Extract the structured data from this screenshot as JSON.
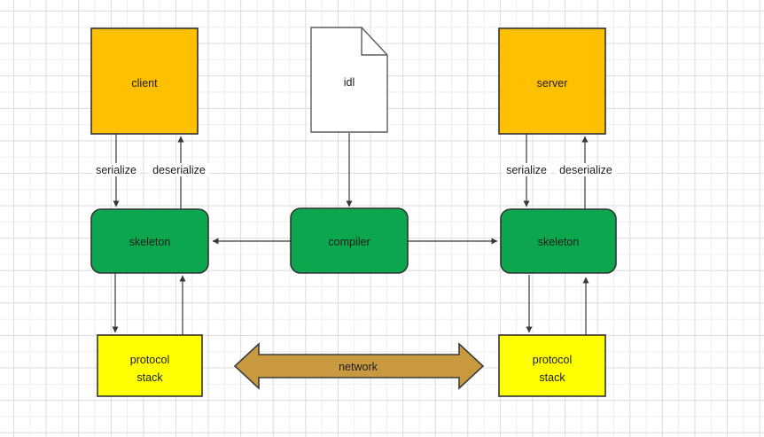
{
  "nodes": {
    "client": {
      "label": "client",
      "fill": "#FFC000"
    },
    "idl": {
      "label": "idl",
      "fill": "#FFFFFF"
    },
    "server": {
      "label": "server",
      "fill": "#FFC000"
    },
    "skeleton_left": {
      "label": "skeleton",
      "fill": "#0CA64F"
    },
    "compiler": {
      "label": "compiler",
      "fill": "#0CA64F"
    },
    "skeleton_right": {
      "label": "skeleton",
      "fill": "#0CA64F"
    },
    "protocol_stack_left": {
      "label_line1": "protocol",
      "label_line2": "stack",
      "fill": "#FFFF00"
    },
    "protocol_stack_right": {
      "label_line1": "protocol",
      "label_line2": "stack",
      "fill": "#FFFF00"
    },
    "network": {
      "label": "network",
      "fill": "#C9993F"
    }
  },
  "edge_labels": {
    "left_serialize": "serialize",
    "left_deserialize": "deserialize",
    "right_serialize": "serialize",
    "right_deserialize": "deserialize"
  },
  "colors": {
    "edge": "#383838",
    "node_border": "#333333",
    "grid_minor": "#eeeeee",
    "grid_major": "#dddddd",
    "text": "#1c1c1c"
  }
}
